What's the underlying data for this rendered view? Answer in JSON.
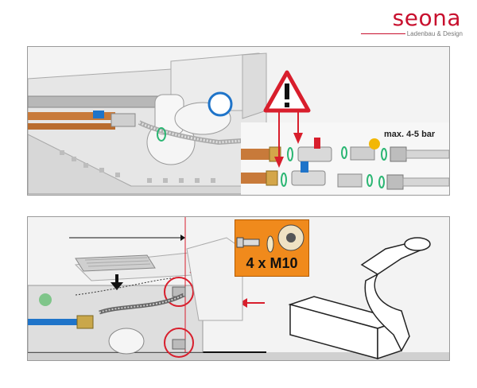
{
  "brand": {
    "name": "seona",
    "tagline": "Ladenbau & Design",
    "color": "#c8102e"
  },
  "panel_top": {
    "pressure_note": "max. 4-5 bar",
    "warning_icon": "warning-triangle-icon",
    "accent_yellow": "#f2b705",
    "accent_red": "#d81e2c",
    "accent_blue": "#1f74c9"
  },
  "panel_bottom": {
    "bolt_label": "4 x M10",
    "badge_color": "#f08a1c",
    "dot_green": "#7fc58a",
    "dot_brown": "#b9765b"
  }
}
